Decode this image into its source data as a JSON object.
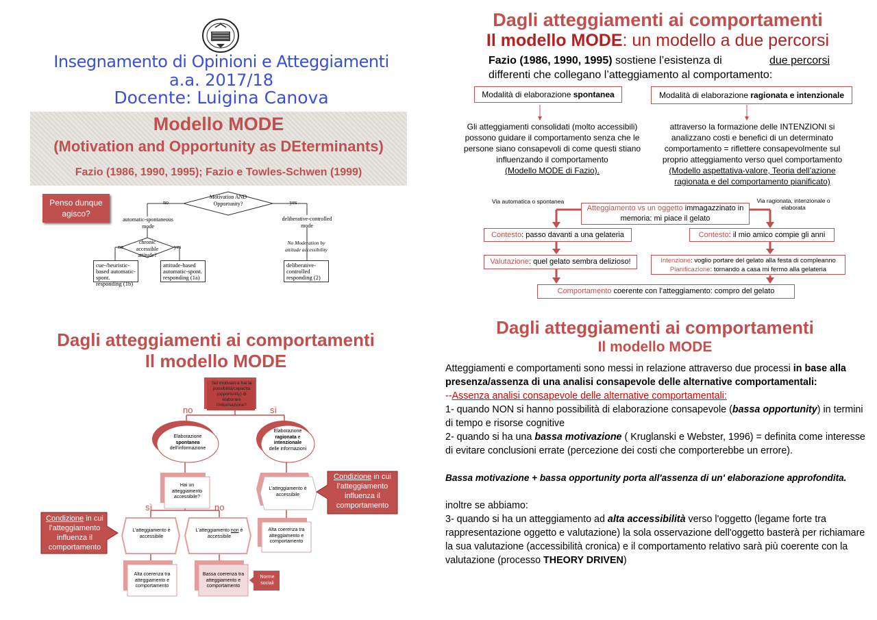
{
  "slide1": {
    "logo": "Universitas Studiorum Parmensis",
    "course_title": "Insegnamento di Opinioni e Atteggiamenti",
    "academic_year": "a.a. 2017/18",
    "lecturer": "Docente: Luigina Canova",
    "model_title": "Modello MODE",
    "model_subtitle": "(Motivation and Opportunity as DEterminants)",
    "refs": "Fazio (1986, 1990, 1995); Fazio e Towles-Schwen (1999)",
    "callout": "Penso dunque agisco?",
    "flow": {
      "top": "Motivation AND Opportunity?",
      "no": "no",
      "yes": "yes",
      "left_mode": "automatic-spontaneous mode",
      "right_mode": "deliberative-controlled mode",
      "chronic": "chronic accessible attitude?",
      "no2": "no",
      "yes2": "yes",
      "note": "No Moderation by attitude accessibility",
      "leaf1": "cue-/heuristic-based automatic-spont. responding (1b)",
      "leaf2": "attitude-based automatic-spont. responding (1a)",
      "leaf3": "deliberative-controlled responding (2)"
    }
  },
  "slide2": {
    "title1": "Dagli atteggiamenti ai comportamenti",
    "title2_bold": "Il modello MODE",
    "title2_rest": ": un modello a due percorsi",
    "intro_bold": "Fazio (1986, 1990, 1995)",
    "intro_rest1": " sostiene l’esistenza di ",
    "intro_u": "due percorsi",
    "intro_rest2": "differenti che collegano l’atteggiamento al comportamento:",
    "left_box_a": "Modalità di elaborazione ",
    "left_box_b": "spontanea",
    "right_box_a": "Modalità di elaborazione ",
    "right_box_b": "ragionata e intenzionale",
    "left_text": "Gli atteggiamenti consolidati (molto accessibili) possono guidare il comportamento senza che le persone siano consapevoli di come questi stiano influenzando il comportamento",
    "left_text_u": "(Modello MODE di Fazio).",
    "right_text": "attraverso la formazione delle INTENZIONI si analizzano costi e benefici di un determinato comportamento = riflettere consapevolmente sul proprio atteggiamento verso quel comportamento",
    "right_text_u": "(Modello aspettativa-valore, Teoria dell’azione ragionata e del comportamento pianificato)",
    "via_auto": "Via automatica o spontanea",
    "via_rag": "Via ragionata, intenzionale o elaborata",
    "center_red": "Atteggiamento vs un oggetto",
    "center_rest": " immagazzinato in memoria: mi piace il gelato",
    "ctx_label": "Contesto",
    "ctx_left": ": passo davanti a una gelateria",
    "ctx_right": ": il mio amico compie gli anni",
    "val_label": "Valutazione",
    "val_text": ": quel gelato sembra delizioso!",
    "int_label": "Intenzione",
    "int_text": ": voglio portare del gelato alla festa di compleanno",
    "pian_label": "Pianificazione",
    "pian_text": ": tornando a casa mi fermo alla gelateria",
    "comp_label": "Comportamento",
    "comp_text": " coerente con l’atteggiamento: compro del gelato"
  },
  "slide3": {
    "title1": "Dagli atteggiamenti ai comportamenti",
    "title2": "Il modello MODE",
    "top_box": "Sei motivato e hai la possibilità/capacità (opportunity) di elaborare l’informazione?",
    "no": "no",
    "si": "sì",
    "left_ellipse_a": "Elaborazione",
    "left_ellipse_b": "spontanea",
    "left_ellipse_c": "dell’informazione",
    "right_ellipse_a": "Elaborazione",
    "right_ellipse_b": "ragionata",
    "right_ellipse_c": "e",
    "right_ellipse_d": "intenzionale",
    "right_ellipse_e": "delle informazioni",
    "hai_box": "Hai un atteggiamento accessibile?",
    "right_hex": "L’atteggiamento è accessibile",
    "si2": "sì",
    "no2": "no",
    "hex_left": "L’atteggiamento è accessibile",
    "hex_mid_a": "L’atteggiamento ",
    "hex_mid_u": "non",
    "hex_mid_b": " è accessibile",
    "alta_right": "Alta coerenza tra atteggiamento e comportamento",
    "alta_left": "Alta coerenza tra atteggiamento e comportamento",
    "bassa": "Bassa coerenza tra atteggiamento e comportamento",
    "norme": "Norme sociali",
    "cond_right_u": "Condizione",
    "cond_right": " in cui l’atteggiamento influenza il comportamento",
    "cond_left_u": "Condizione",
    "cond_left": " in cui l’atteggiamento influenza il comportamento"
  },
  "slide4": {
    "title1": "Dagli atteggiamenti ai comportamenti",
    "title2": "Il modello MODE",
    "p1a": "Atteggiamenti e comportamenti sono messi in relazione attraverso due processi ",
    "p1b": "in base alla presenza/assenza di una analisi consapevole delle alternative comportamentali:",
    "p2a": "--",
    "p2b": "Assenza analisi consapevole delle alternative comportamentali:",
    "p3a": "1- quando NON si hanno  possibilità  di elaborazione consapevole (",
    "p3b": "bassa opportunity",
    "p3c": ") in termini di tempo e risorse cognitive",
    "p4a": "2- quando si ha una ",
    "p4b": "bassa motivazione",
    "p4c": " ( Kruglanski e Webster, 1996) = definita come interesse di evitare conclusioni errate (percezione dei costi che comporterebbe un errore).",
    "p5": "Bassa motivazione + bassa opportunity porta all'assenza di un' elaborazione approfondita.",
    "p6": "inoltre se abbiamo:",
    "p7a": "3- quando si ha un atteggiamento ad ",
    "p7b": "alta accessibilità",
    "p7c": " verso l'oggetto (legame forte tra rappresentazione oggetto e valutazione) la sola osservazione dell'oggetto basterà per richiamare la sua valutazione (accessibilità cronica) e il comportamento relativo sarà più coerente con la valutazione (processo ",
    "p7d": "THEORY DRIVEN",
    "p7e": ")"
  }
}
